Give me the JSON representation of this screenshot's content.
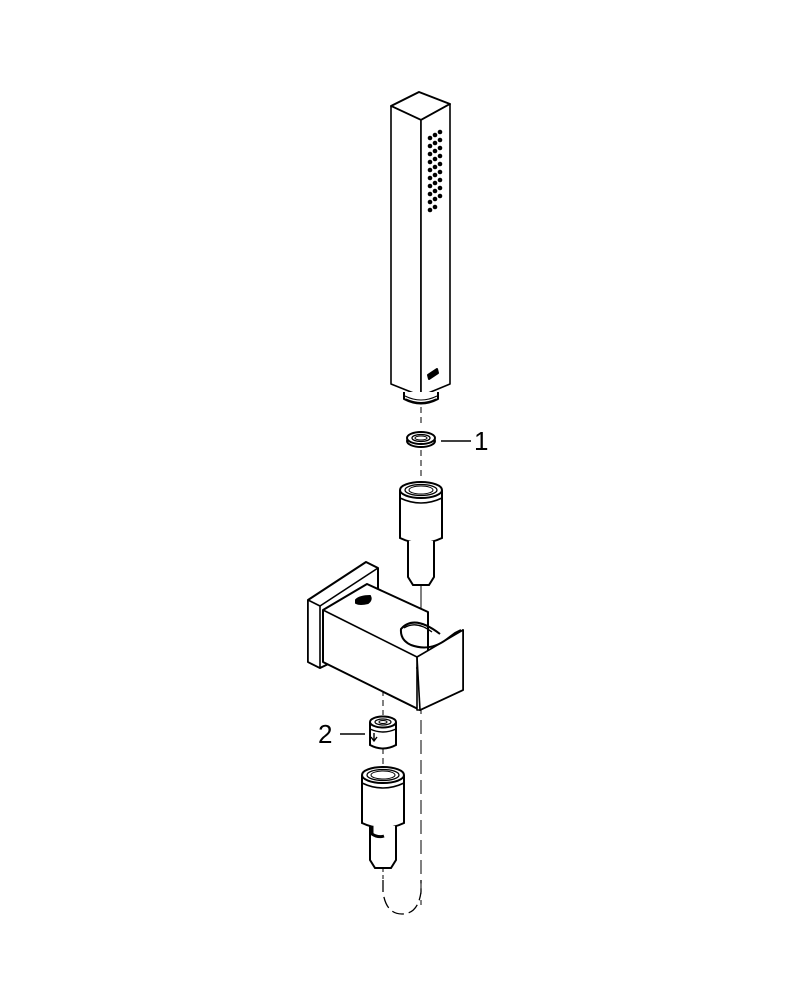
{
  "diagram": {
    "type": "exploded-parts-drawing",
    "subject": "hand shower set with wall holder and hose",
    "colors": {
      "line": "#000000",
      "background": "#ffffff"
    },
    "components": [
      {
        "id": "hand-shower",
        "label": ""
      },
      {
        "id": "flow-washer",
        "callout": "1"
      },
      {
        "id": "hose-nut-upper",
        "label": ""
      },
      {
        "id": "wall-holder",
        "label": ""
      },
      {
        "id": "flow-limiter",
        "callout": "2"
      },
      {
        "id": "hose-nut-lower",
        "label": ""
      },
      {
        "id": "hose",
        "label": ""
      }
    ],
    "callouts": [
      {
        "number": "1"
      },
      {
        "number": "2"
      }
    ]
  }
}
